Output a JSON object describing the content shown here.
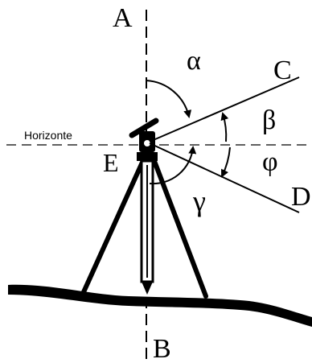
{
  "labels": {
    "point_a": "A",
    "point_b": "B",
    "point_c": "C",
    "point_d": "D",
    "point_e": "E",
    "horizon": "Horizonte",
    "alpha": "α",
    "beta": "β",
    "phi": "φ",
    "gamma": "γ"
  },
  "colors": {
    "ink": "#000000",
    "background": "#ffffff"
  }
}
